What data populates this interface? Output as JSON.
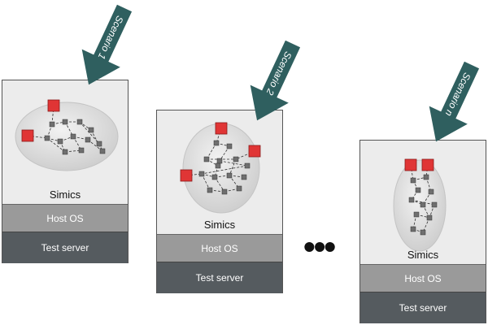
{
  "scenarios": [
    {
      "label": "Scenario 1",
      "sim": "Simics",
      "host": "Host OS",
      "server": "Test server"
    },
    {
      "label": "Scenario 2",
      "sim": "Simics",
      "host": "Host OS",
      "server": "Test server"
    },
    {
      "label": "Scenario n",
      "sim": "Simics",
      "host": "Host OS",
      "server": "Test server"
    }
  ],
  "colors": {
    "arrow": "#2f5f5f",
    "node_red": "#e03535",
    "node_gray": "#6f6f6f",
    "cloud": "#d8d8d8",
    "host_layer": "#9a9a9a",
    "test_layer": "#555b5f"
  },
  "separator": "•••"
}
